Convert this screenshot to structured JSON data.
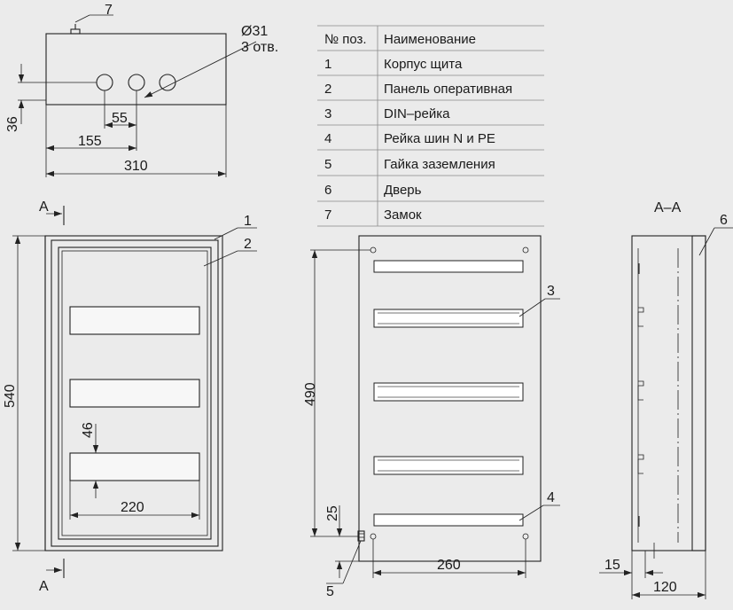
{
  "top_view": {
    "pos_lock": "7",
    "hole_dia": "Ø31",
    "hole_count": "3 отв.",
    "dim_depth": "36",
    "dim_hole_spacing": "55",
    "dim_hole_offset": "155",
    "dim_width": "310"
  },
  "parts_table": {
    "header_pos": "№ поз.",
    "header_name": "Наименование",
    "rows": [
      {
        "pos": "1",
        "name": "Корпус щита"
      },
      {
        "pos": "2",
        "name": "Панель оперативная"
      },
      {
        "pos": "3",
        "name": "DIN–рейка"
      },
      {
        "pos": "4",
        "name": "Рейка шин N и PE"
      },
      {
        "pos": "5",
        "name": "Гайка заземления"
      },
      {
        "pos": "6",
        "name": "Дверь"
      },
      {
        "pos": "7",
        "name": "Замок"
      }
    ]
  },
  "front_view": {
    "section_mark_top": "A",
    "section_mark_bottom": "A",
    "pos_body": "1",
    "pos_panel": "2",
    "dim_height": "540",
    "dim_window_height": "46",
    "dim_window_width": "220"
  },
  "mount_view": {
    "pos_din": "3",
    "pos_bus": "4",
    "pos_ground": "5",
    "dim_height": "490",
    "dim_bottom": "25",
    "dim_width": "260"
  },
  "section_view": {
    "title": "A–A",
    "pos_door": "6",
    "dim_door": "15",
    "dim_depth": "120"
  },
  "colors": {
    "background": "#ebebeb",
    "line": "#222222",
    "table_grid": "#8a8a8a"
  }
}
